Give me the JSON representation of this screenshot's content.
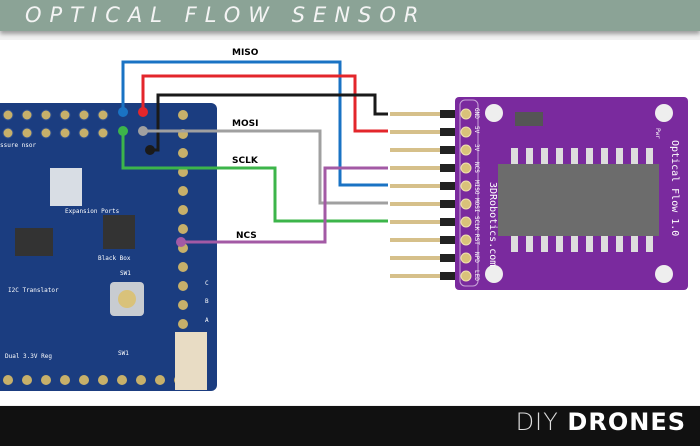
{
  "title": "OPTICAL FLOW SENSOR",
  "wires": [
    {
      "label": "MISO",
      "color": "#1a73c4"
    },
    {
      "label": "",
      "color": "#e3262b"
    },
    {
      "label": "",
      "color": "#1a1a1a"
    },
    {
      "label": "MOSI",
      "color": "#a0a0a0"
    },
    {
      "label": "SCLK",
      "color": "#3cb54a"
    },
    {
      "label": "NCS",
      "color": "#a35aa5"
    }
  ],
  "sensor": {
    "pins": [
      "GND",
      "5V",
      "3V",
      "NCS",
      "MISO",
      "MOSI",
      "SCLK",
      "RST",
      "NPD",
      "LED"
    ],
    "silk_url": "3DRobotics.com",
    "name": "Optical Flow 1.0",
    "pwr": "Pwr"
  },
  "board": {
    "labels": [
      "Expansion Ports",
      "Black Box",
      "I2C Translator",
      "Dual 3.3V Reg",
      "SW1",
      "SW1",
      "ssure nsor",
      "A",
      "B",
      "C"
    ]
  },
  "footer": {
    "logo_a": "DIY",
    "logo_b": "DRONES"
  }
}
